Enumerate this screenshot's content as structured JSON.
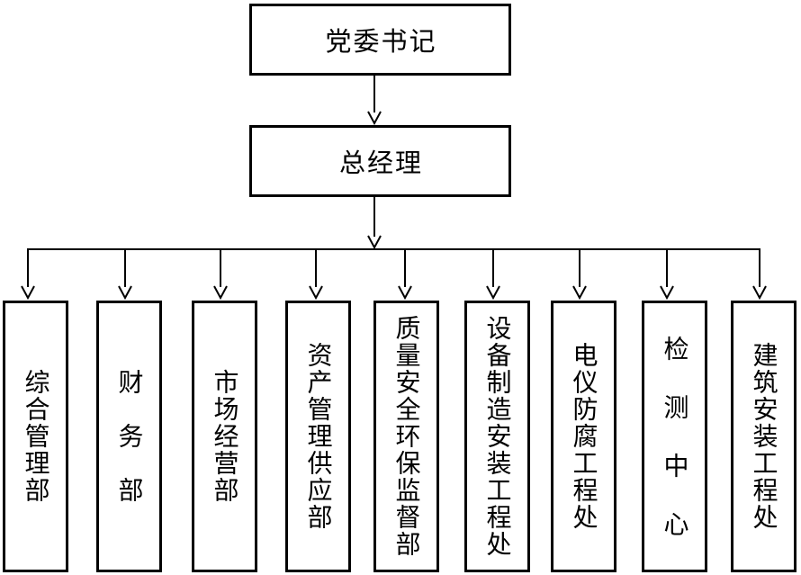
{
  "diagram": {
    "type": "org-chart",
    "level1": {
      "label": "党委书记"
    },
    "level2": {
      "label": "总经理"
    },
    "departments": [
      {
        "label": "综合管理部"
      },
      {
        "label": "财　务　部"
      },
      {
        "label": "市场经营部"
      },
      {
        "label": "资产管理供应部"
      },
      {
        "label": "质量安全环保监督部"
      },
      {
        "label": "设备制造安装工程处"
      },
      {
        "label": "电仪防腐工程处"
      },
      {
        "label": "检 测 中 心"
      },
      {
        "label": "建筑安装工程处"
      }
    ],
    "colors": {
      "background": "#ffffff",
      "line": "#000000",
      "box_border": "#000000",
      "text": "#000000"
    }
  }
}
